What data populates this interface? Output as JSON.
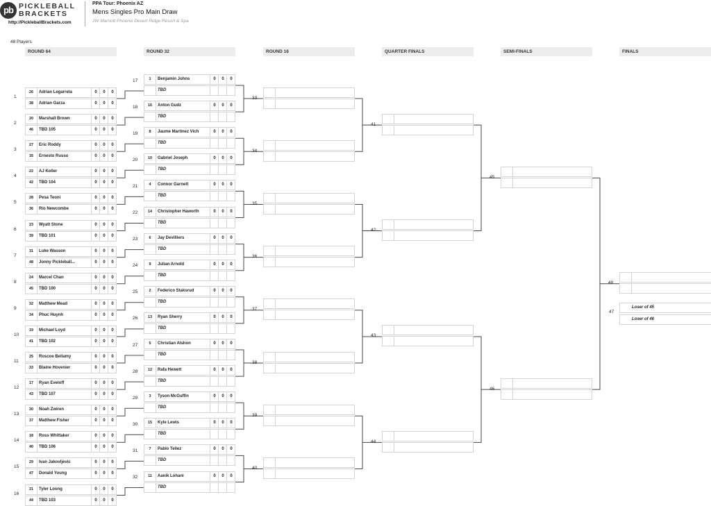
{
  "header": {
    "logo_mark": "pb",
    "logo_line1": "PICKLEBALL",
    "logo_line2": "BRACKETS",
    "logo_url": "http://PickleballBrackets.com",
    "tour": "PPA Tour: Phoenix AZ",
    "title": "Mens Singles Pro Main Draw",
    "venue": "JW Marriott Phoenix Desert Ridge Resort & Spa"
  },
  "players_count": "48 Players",
  "rounds": [
    "ROUND 64",
    "ROUND 32",
    "ROUND 16",
    "QUARTER FINALS",
    "SEMI-FINALS",
    "FINALS"
  ],
  "round64": [
    {
      "num": "1",
      "next": "17",
      "p": [
        {
          "seed": "26",
          "name": "Adrian Legarreta",
          "scores": [
            "0",
            "0",
            "0"
          ]
        },
        {
          "seed": "38",
          "name": "Adrian Garza",
          "scores": [
            "0",
            "0",
            "0"
          ]
        }
      ]
    },
    {
      "num": "2",
      "next": "18",
      "p": [
        {
          "seed": "20",
          "name": "Marshall Brown",
          "scores": [
            "0",
            "0",
            "0"
          ]
        },
        {
          "seed": "46",
          "name": "TBD 105",
          "scores": [
            "0",
            "0",
            "0"
          ]
        }
      ]
    },
    {
      "num": "3",
      "next": "19",
      "p": [
        {
          "seed": "27",
          "name": "Eric Roddy",
          "scores": [
            "0",
            "0",
            "0"
          ]
        },
        {
          "seed": "35",
          "name": "Ernesto Russo",
          "scores": [
            "0",
            "0",
            "0"
          ]
        }
      ]
    },
    {
      "num": "4",
      "next": "20",
      "p": [
        {
          "seed": "22",
          "name": "AJ Koller",
          "scores": [
            "0",
            "0",
            "0"
          ]
        },
        {
          "seed": "42",
          "name": "TBD 104",
          "scores": [
            "0",
            "0",
            "0"
          ]
        }
      ]
    },
    {
      "num": "5",
      "next": "21",
      "p": [
        {
          "seed": "28",
          "name": "Pesa Teoni",
          "scores": [
            "0",
            "0",
            "0"
          ]
        },
        {
          "seed": "36",
          "name": "Rio Newcombe",
          "scores": [
            "0",
            "0",
            "0"
          ]
        }
      ]
    },
    {
      "num": "6",
      "next": "22",
      "p": [
        {
          "seed": "23",
          "name": "Wyatt Stone",
          "scores": [
            "0",
            "0",
            "0"
          ]
        },
        {
          "seed": "39",
          "name": "TBD 101",
          "scores": [
            "0",
            "0",
            "0"
          ]
        }
      ]
    },
    {
      "num": "7",
      "next": "23",
      "p": [
        {
          "seed": "31",
          "name": "Luke Wasson",
          "scores": [
            "0",
            "0",
            "0"
          ]
        },
        {
          "seed": "48",
          "name": "Jonny Pickleball...",
          "scores": [
            "0",
            "0",
            "0"
          ]
        }
      ]
    },
    {
      "num": "8",
      "next": "24",
      "p": [
        {
          "seed": "24",
          "name": "Marcel Chan",
          "scores": [
            "0",
            "0",
            "0"
          ]
        },
        {
          "seed": "45",
          "name": "TBD 100",
          "scores": [
            "0",
            "0",
            "0"
          ]
        }
      ]
    },
    {
      "num": "9",
      "next": "25",
      "p": [
        {
          "seed": "32",
          "name": "Matthew Mead",
          "scores": [
            "0",
            "0",
            "0"
          ]
        },
        {
          "seed": "34",
          "name": "Phuc Huynh",
          "scores": [
            "0",
            "0",
            "0"
          ]
        }
      ]
    },
    {
      "num": "10",
      "next": "26",
      "p": [
        {
          "seed": "19",
          "name": "Michael Loyd",
          "scores": [
            "0",
            "0",
            "0"
          ]
        },
        {
          "seed": "41",
          "name": "TBD 102",
          "scores": [
            "0",
            "0",
            "0"
          ]
        }
      ]
    },
    {
      "num": "11",
      "next": "27",
      "p": [
        {
          "seed": "25",
          "name": "Roscoe Bellamy",
          "scores": [
            "0",
            "0",
            "0"
          ]
        },
        {
          "seed": "33",
          "name": "Blaine Hovenier",
          "scores": [
            "0",
            "0",
            "0"
          ]
        }
      ]
    },
    {
      "num": "12",
      "next": "28",
      "p": [
        {
          "seed": "17",
          "name": "Ryan Eveloff",
          "scores": [
            "0",
            "0",
            "0"
          ]
        },
        {
          "seed": "43",
          "name": "TBD 107",
          "scores": [
            "0",
            "0",
            "0"
          ]
        }
      ]
    },
    {
      "num": "13",
      "next": "29",
      "p": [
        {
          "seed": "30",
          "name": "Noah Zwiren",
          "scores": [
            "0",
            "0",
            "0"
          ]
        },
        {
          "seed": "37",
          "name": "Matthew Fisher",
          "scores": [
            "0",
            "0",
            "0"
          ]
        }
      ]
    },
    {
      "num": "14",
      "next": "30",
      "p": [
        {
          "seed": "18",
          "name": "Ross Whittaker",
          "scores": [
            "0",
            "0",
            "0"
          ]
        },
        {
          "seed": "40",
          "name": "TBD 106",
          "scores": [
            "0",
            "0",
            "0"
          ]
        }
      ]
    },
    {
      "num": "15",
      "next": "31",
      "p": [
        {
          "seed": "29",
          "name": "Ivan Jakovljevic",
          "scores": [
            "0",
            "0",
            "0"
          ]
        },
        {
          "seed": "47",
          "name": "Donald Young",
          "scores": [
            "0",
            "0",
            "0"
          ]
        }
      ]
    },
    {
      "num": "16",
      "next": "32",
      "p": [
        {
          "seed": "21",
          "name": "Tyler Loong",
          "scores": [
            "0",
            "0",
            "0"
          ]
        },
        {
          "seed": "44",
          "name": "TBD 103",
          "scores": [
            "0",
            "0",
            "0"
          ]
        }
      ]
    }
  ],
  "round32": [
    {
      "next": "33",
      "p": [
        {
          "seed": "1",
          "name": "Benjamin Johns",
          "scores": [
            "0",
            "0",
            "0"
          ]
        },
        {
          "seed": "",
          "name": "TBD",
          "scores": [
            "",
            "",
            ""
          ]
        }
      ]
    },
    {
      "next": "33",
      "p": [
        {
          "seed": "16",
          "name": "Anton Gudz",
          "scores": [
            "0",
            "0",
            "0"
          ]
        },
        {
          "seed": "",
          "name": "TBD",
          "scores": [
            "",
            "",
            ""
          ]
        }
      ]
    },
    {
      "next": "34",
      "p": [
        {
          "seed": "8",
          "name": "Jaume Martinez Vich",
          "scores": [
            "0",
            "0",
            "0"
          ]
        },
        {
          "seed": "",
          "name": "TBD",
          "scores": [
            "",
            "",
            ""
          ]
        }
      ]
    },
    {
      "next": "34",
      "p": [
        {
          "seed": "10",
          "name": "Gabriel Joseph",
          "scores": [
            "0",
            "0",
            "0"
          ]
        },
        {
          "seed": "",
          "name": "TBD",
          "scores": [
            "",
            "",
            ""
          ]
        }
      ]
    },
    {
      "next": "35",
      "p": [
        {
          "seed": "4",
          "name": "Connor Garnett",
          "scores": [
            "0",
            "0",
            "0"
          ]
        },
        {
          "seed": "",
          "name": "TBD",
          "scores": [
            "",
            "",
            ""
          ]
        }
      ]
    },
    {
      "next": "35",
      "p": [
        {
          "seed": "14",
          "name": "Christopher Haworth",
          "scores": [
            "0",
            "0",
            "0"
          ]
        },
        {
          "seed": "",
          "name": "TBD",
          "scores": [
            "",
            "",
            ""
          ]
        }
      ]
    },
    {
      "next": "36",
      "p": [
        {
          "seed": "6",
          "name": "Jay Devilliers",
          "scores": [
            "0",
            "0",
            "0"
          ]
        },
        {
          "seed": "",
          "name": "TBD",
          "scores": [
            "",
            "",
            ""
          ]
        }
      ]
    },
    {
      "next": "36",
      "p": [
        {
          "seed": "9",
          "name": "Julian Arnold",
          "scores": [
            "0",
            "0",
            "0"
          ]
        },
        {
          "seed": "",
          "name": "TBD",
          "scores": [
            "",
            "",
            ""
          ]
        }
      ]
    },
    {
      "next": "37",
      "p": [
        {
          "seed": "2",
          "name": "Federico Staksrud",
          "scores": [
            "0",
            "0",
            "0"
          ]
        },
        {
          "seed": "",
          "name": "TBD",
          "scores": [
            "",
            "",
            ""
          ]
        }
      ]
    },
    {
      "next": "37",
      "p": [
        {
          "seed": "13",
          "name": "Ryan Sherry",
          "scores": [
            "0",
            "0",
            "0"
          ]
        },
        {
          "seed": "",
          "name": "TBD",
          "scores": [
            "",
            "",
            ""
          ]
        }
      ]
    },
    {
      "next": "38",
      "p": [
        {
          "seed": "5",
          "name": "Christian Alshon",
          "scores": [
            "0",
            "0",
            "0"
          ]
        },
        {
          "seed": "",
          "name": "TBD",
          "scores": [
            "",
            "",
            ""
          ]
        }
      ]
    },
    {
      "next": "38",
      "p": [
        {
          "seed": "12",
          "name": "Rafa Hewett",
          "scores": [
            "0",
            "0",
            "0"
          ]
        },
        {
          "seed": "",
          "name": "TBD",
          "scores": [
            "",
            "",
            ""
          ]
        }
      ]
    },
    {
      "next": "39",
      "p": [
        {
          "seed": "3",
          "name": "Tyson McGuffin",
          "scores": [
            "0",
            "0",
            "0"
          ]
        },
        {
          "seed": "",
          "name": "TBD",
          "scores": [
            "",
            "",
            ""
          ]
        }
      ]
    },
    {
      "next": "39",
      "p": [
        {
          "seed": "15",
          "name": "Kyle Lewis",
          "scores": [
            "0",
            "0",
            "0"
          ]
        },
        {
          "seed": "",
          "name": "TBD",
          "scores": [
            "",
            "",
            ""
          ]
        }
      ]
    },
    {
      "next": "40",
      "p": [
        {
          "seed": "7",
          "name": "Pablo Tellez",
          "scores": [
            "0",
            "0",
            "0"
          ]
        },
        {
          "seed": "",
          "name": "TBD",
          "scores": [
            "",
            "",
            ""
          ]
        }
      ]
    },
    {
      "next": "40",
      "p": [
        {
          "seed": "11",
          "name": "Aanik Lohani",
          "scores": [
            "0",
            "0",
            "0"
          ]
        },
        {
          "seed": "",
          "name": "TBD",
          "scores": [
            "",
            "",
            ""
          ]
        }
      ]
    }
  ],
  "round16_next": [
    "41",
    "41",
    "42",
    "42",
    "43",
    "43",
    "44",
    "44"
  ],
  "qf_next": [
    "45",
    "45",
    "46",
    "46"
  ],
  "sf_next": [
    "48",
    "48"
  ],
  "third_place": {
    "num": "47",
    "labels": [
      "Loser of 45",
      "Loser of 46"
    ]
  }
}
